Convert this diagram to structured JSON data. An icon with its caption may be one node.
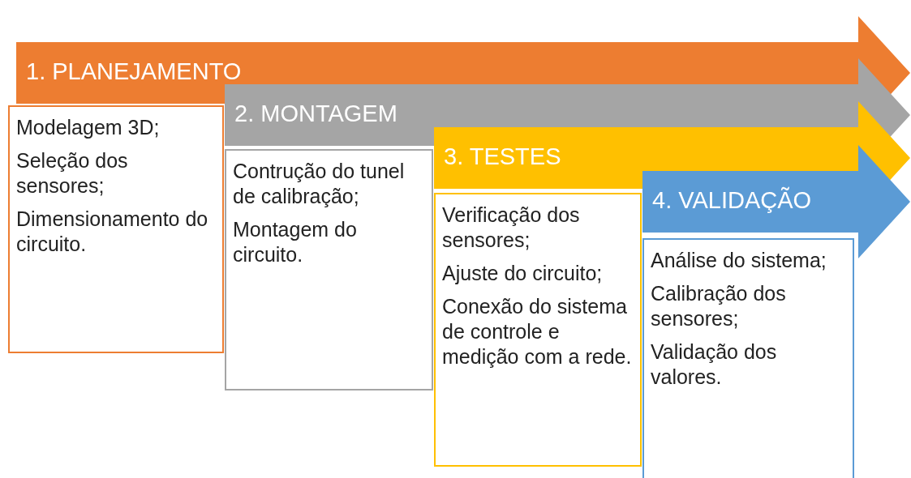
{
  "diagram": {
    "nodes": [
      {
        "text": [
          "1. PLANEJAMENTO"
        ]
      },
      {
        "text": [
          "Modelagem 3D;",
          "Seleção dos sensores;",
          "Dimensionamento do circuito."
        ]
      },
      {
        "text": [
          "2. MONTAGEM"
        ]
      },
      {
        "text": [
          "Contrução do tunel de calibração;",
          "Montagem do circuito."
        ]
      },
      {
        "text": [
          "3. TESTES"
        ]
      },
      {
        "text": [
          "Verificação dos sensores;",
          "Ajuste do circuito;",
          "Conexão do sistema de controle e medição com a rede."
        ]
      },
      {
        "text": [
          "4. VALIDAÇÃO"
        ]
      },
      {
        "text": [
          "Análise do sistema;",
          "Calibração dos sensores;",
          "Validação dos valores."
        ]
      }
    ]
  }
}
